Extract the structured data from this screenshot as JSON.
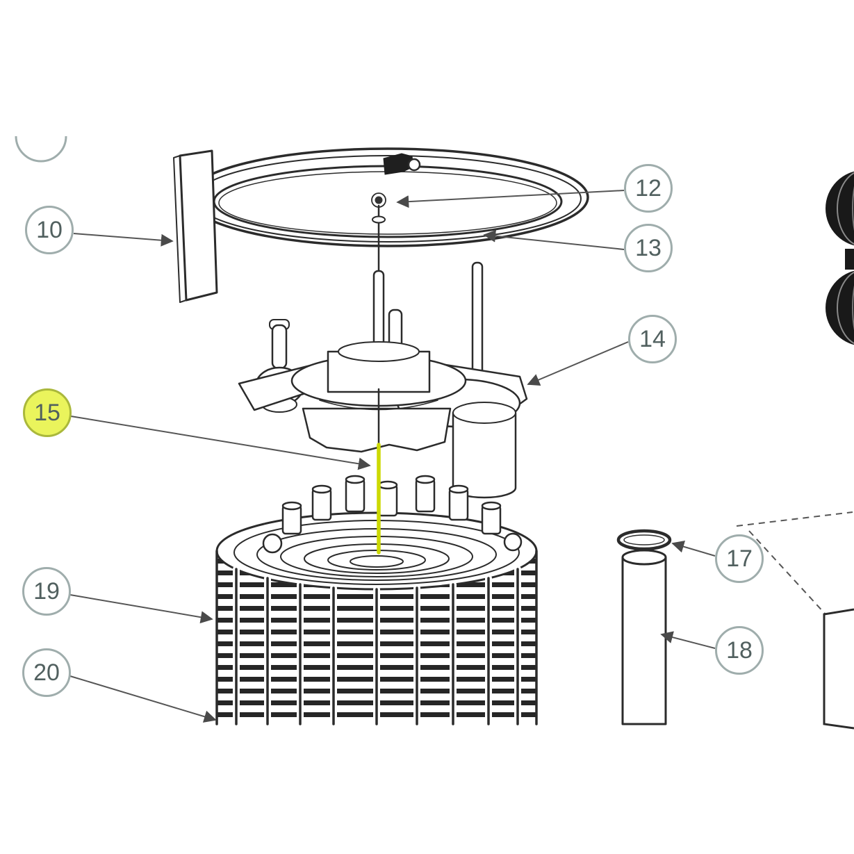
{
  "diagram": {
    "type": "exploded-parts-diagram",
    "colors": {
      "line": "#2b2b2b",
      "leader": "#555555",
      "callout_stroke": "#9fadac",
      "callout_text": "#51605f",
      "highlight_fill": "#eaf45c",
      "highlight_stroke": "#aab83b",
      "highlight_part": "#ccd900"
    },
    "callouts": [
      {
        "label": "10",
        "highlighted": false
      },
      {
        "label": "12",
        "highlighted": false
      },
      {
        "label": "13",
        "highlighted": false
      },
      {
        "label": "14",
        "highlighted": false
      },
      {
        "label": "15",
        "highlighted": true
      },
      {
        "label": "17",
        "highlighted": false
      },
      {
        "label": "18",
        "highlighted": false
      },
      {
        "label": "19",
        "highlighted": false
      },
      {
        "label": "20",
        "highlighted": false
      }
    ]
  }
}
